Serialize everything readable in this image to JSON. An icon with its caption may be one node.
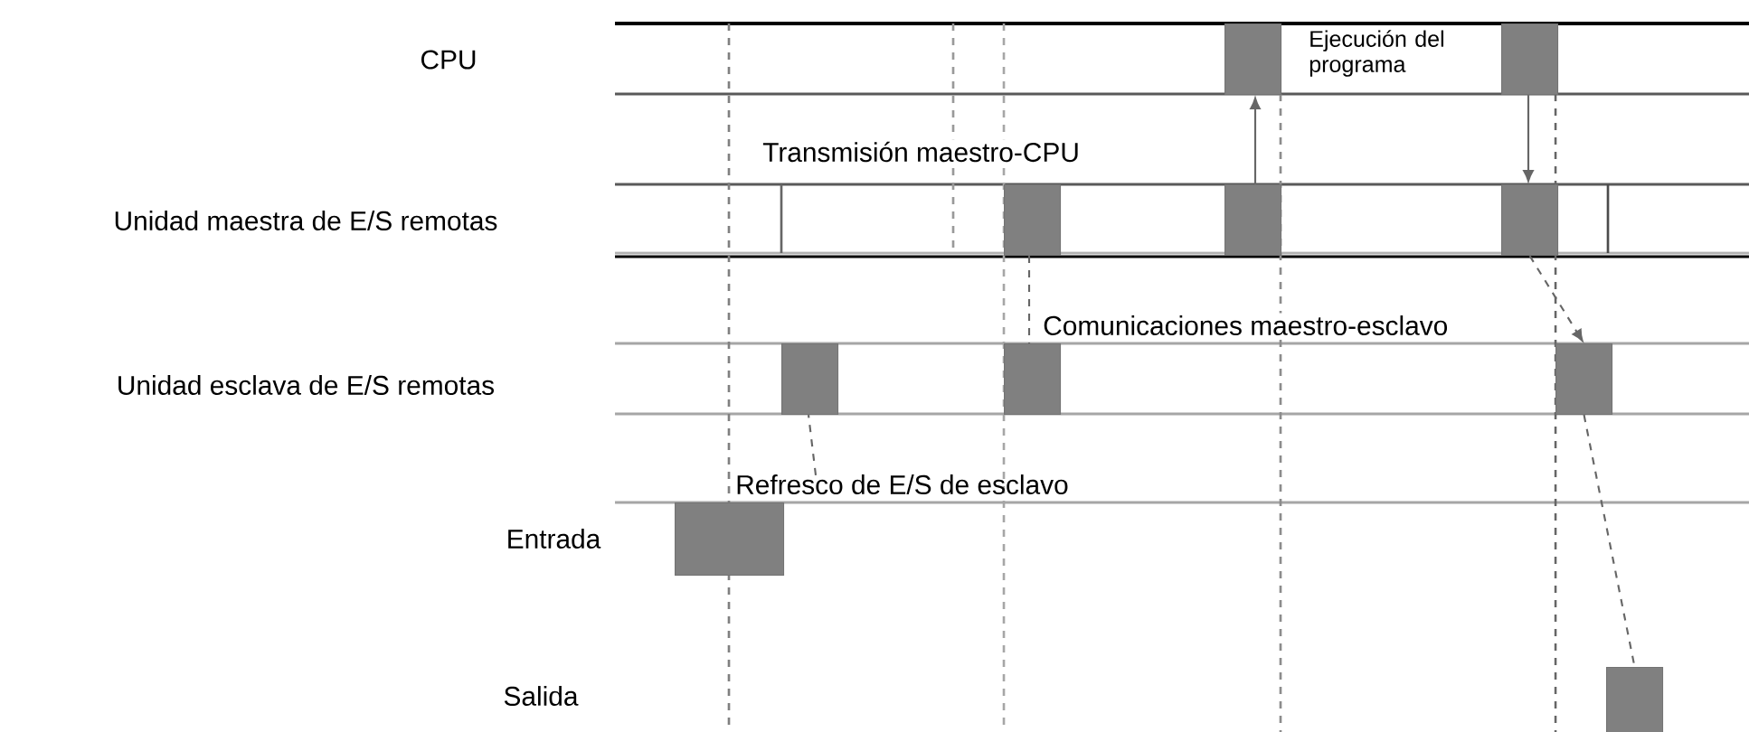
{
  "diagram": {
    "nodes": [
      {
        "text": [],
        "shape": "box"
      },
      {
        "text": [],
        "shape": "box"
      },
      {
        "text": [],
        "shape": "box"
      },
      {
        "text": [],
        "shape": "box"
      },
      {
        "text": [],
        "shape": "box"
      },
      {
        "text": [],
        "shape": "box"
      },
      {
        "text": [],
        "shape": "box"
      },
      {
        "text": [],
        "shape": "box"
      },
      {
        "text": [],
        "shape": "box"
      },
      {
        "text": [],
        "shape": "box"
      },
      {
        "text": [
          "Refresco de E/S de esclavo"
        ]
      }
    ],
    "edges": [
      {
        "from": 3,
        "to": 0,
        "arrow": "to"
      },
      {
        "from": 1,
        "to": 4,
        "arrow": "to"
      },
      {
        "from": 2,
        "to": 6,
        "arrow": "none",
        "style": "dashed"
      },
      {
        "from": 4,
        "to": 7,
        "arrow": "to",
        "style": "dashed"
      },
      {
        "from": 10,
        "to": 5,
        "arrow": "none",
        "style": "dashed"
      },
      {
        "from": 7,
        "to": 9,
        "arrow": "none",
        "style": "dashed"
      }
    ],
    "labels": [
      "CPU",
      "Ejecución del programa",
      "Transmisión maestro-CPU",
      "Unidad maestra de E/S remotas",
      "Comunicaciones maestro-esclavo",
      "Unidad esclava de E/S remotas",
      "Entrada",
      "Salida"
    ]
  }
}
